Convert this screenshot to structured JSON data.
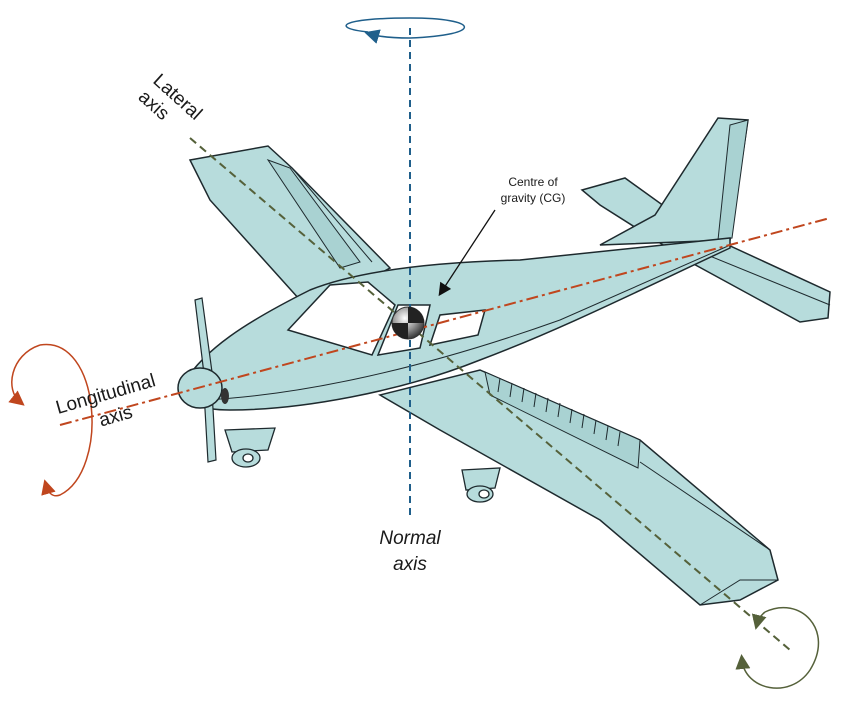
{
  "colors": {
    "airframe_fill": "#b7dcdc",
    "outline": "#1e2a2e",
    "normal_axis": "#1f5f8b",
    "longitudinal_axis": "#c0461e",
    "lateral_axis": "#55613a",
    "window": "#ffffff"
  },
  "labels": {
    "lateral_line1": "Lateral",
    "lateral_line2": "axis",
    "longitudinal_line1": "Longitudinal",
    "longitudinal_line2": "axis",
    "normal_line1": "Normal",
    "normal_line2": "axis",
    "cg_line1": "Centre of",
    "cg_line2": "gravity (CG)"
  },
  "icons": {
    "yaw_rotation": "yaw-rotation-arrow-icon",
    "roll_rotation": "roll-rotation-arrow-icon",
    "pitch_rotation": "pitch-rotation-arrow-icon"
  }
}
